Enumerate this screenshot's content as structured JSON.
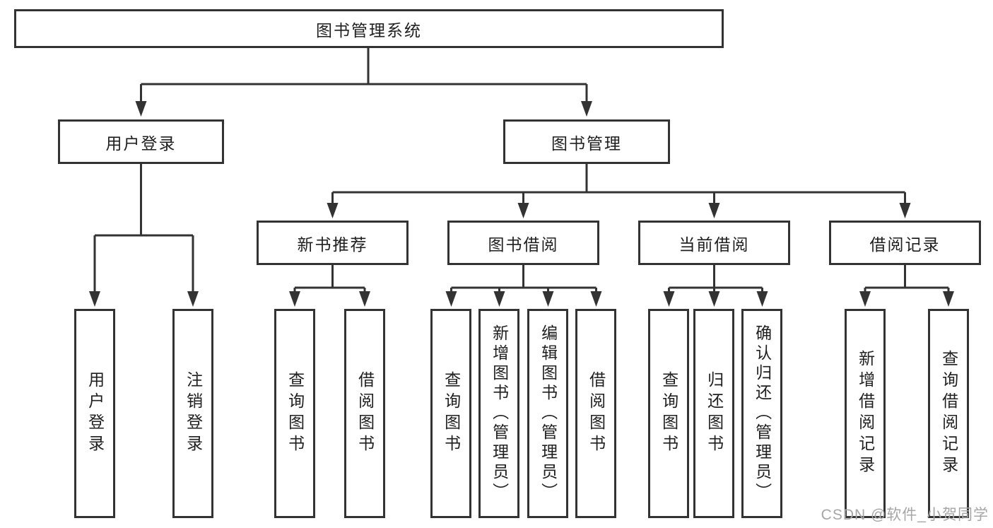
{
  "diagram": {
    "root": {
      "label": "图书管理系统"
    },
    "level2": [
      {
        "label": "用户登录"
      },
      {
        "label": "图书管理"
      }
    ],
    "level3": [
      {
        "label": "新书推荐"
      },
      {
        "label": "图书借阅"
      },
      {
        "label": "当前借阅"
      },
      {
        "label": "借阅记录"
      }
    ],
    "leaves": {
      "user_login": [
        "用户登录",
        "注销登录"
      ],
      "new_book_recommend": [
        "查询图书",
        "借阅图书"
      ],
      "book_borrow": [
        "查询图书",
        "新增图书（管理员）",
        "编辑图书（管理员）",
        "借阅图书"
      ],
      "current_borrow": [
        "查询图书",
        "归还图书",
        "确认归还（管理员）"
      ],
      "borrow_records": [
        "新增借阅记录",
        "查询借阅记录"
      ]
    }
  },
  "watermark": {
    "text": "CSDN @软件_小贺同学"
  },
  "colors": {
    "line": "#333333",
    "text": "#1f1f1f",
    "background": "#ffffff",
    "watermark": "#a6a6a6"
  }
}
